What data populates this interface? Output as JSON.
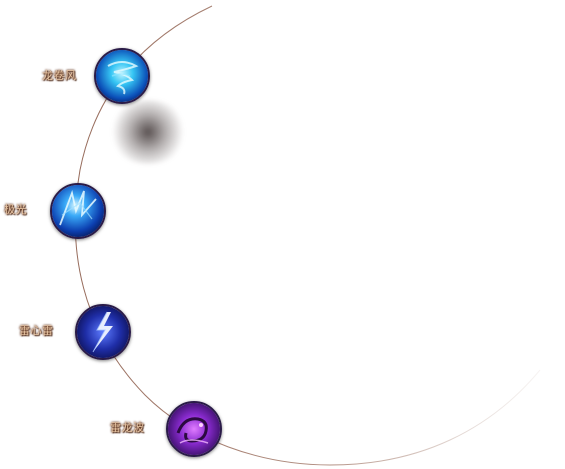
{
  "skills": [
    {
      "label": "龙卷风",
      "icon": "tornado-icon",
      "accent": "#1fb6f2"
    },
    {
      "label": "极光",
      "icon": "aurora-icon",
      "accent": "#2f8ef6"
    },
    {
      "label": "雷心雷",
      "icon": "lightning-icon",
      "accent": "#3b56e0"
    },
    {
      "label": "雷龙波",
      "icon": "dragon-wave-icon",
      "accent": "#8a33d6"
    }
  ],
  "colors": {
    "arc": "#9a6a55",
    "label": "#e9c7a5",
    "label_outline": "#5b2a12"
  }
}
